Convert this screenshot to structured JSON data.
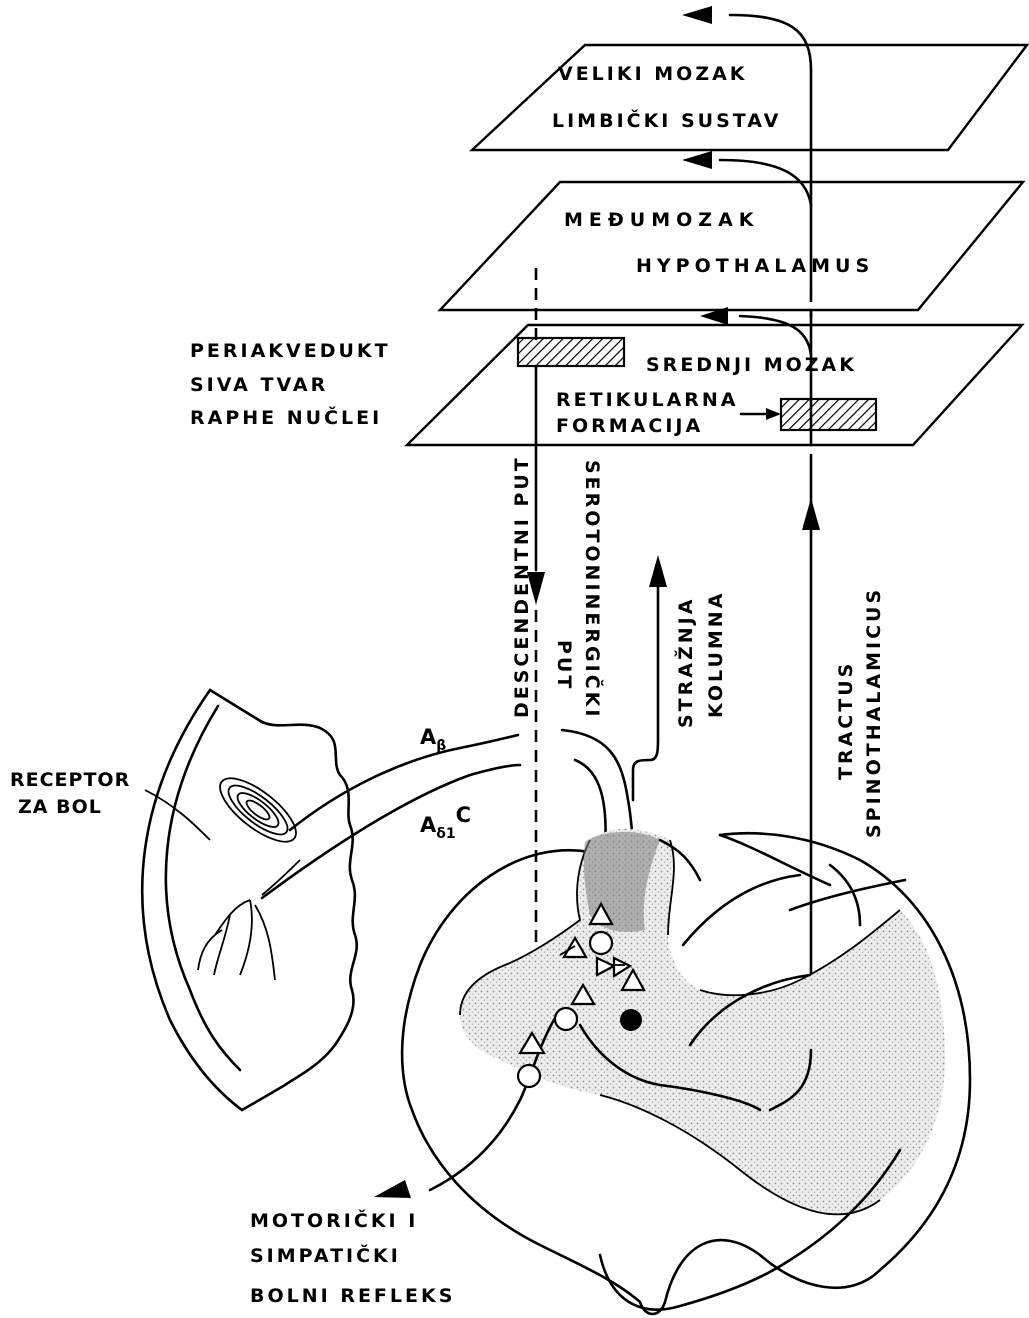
{
  "labels": {
    "veliki_mozak": "VELIKI MOZAK",
    "limbicki_sustav": "LIMBIČKI SUSTAV",
    "medumozak": "MEĐUMOZAK",
    "hypothalamus": "HYPOTHALAMUS",
    "periakvedukt": "PERIAKVEDUKT",
    "siva_tvar": "SIVA TVAR",
    "raphe_nuclei": "RAPHE NUČLEI",
    "srednji_mozak": "SREDNJI MOZAK",
    "retikularna": "RETIKULARNA",
    "formacija": "FORMACIJA",
    "descendentni_put": "DESCENDENTNI PUT",
    "serotoninergicki": "SEROTONINERGIČKI",
    "put": "PUT",
    "straznja": "STRAŽNJA",
    "kolumna": "KOLUMNA",
    "tractus": "TRACTUS",
    "spinothalamicus": "SPINOTHALAMICUS",
    "receptor": "RECEPTOR",
    "za_bol": "ZA BOL",
    "a_beta_base": "A",
    "a_beta_sub": "β",
    "a_delta_base": "A",
    "a_delta_sub": "δ1",
    "a_delta_sup": "C",
    "motoricki_i": "MOTORIČKI I",
    "simpaticki": "SIMPATIČKI",
    "bolni_refleks": "BOLNI REFLEKS"
  }
}
